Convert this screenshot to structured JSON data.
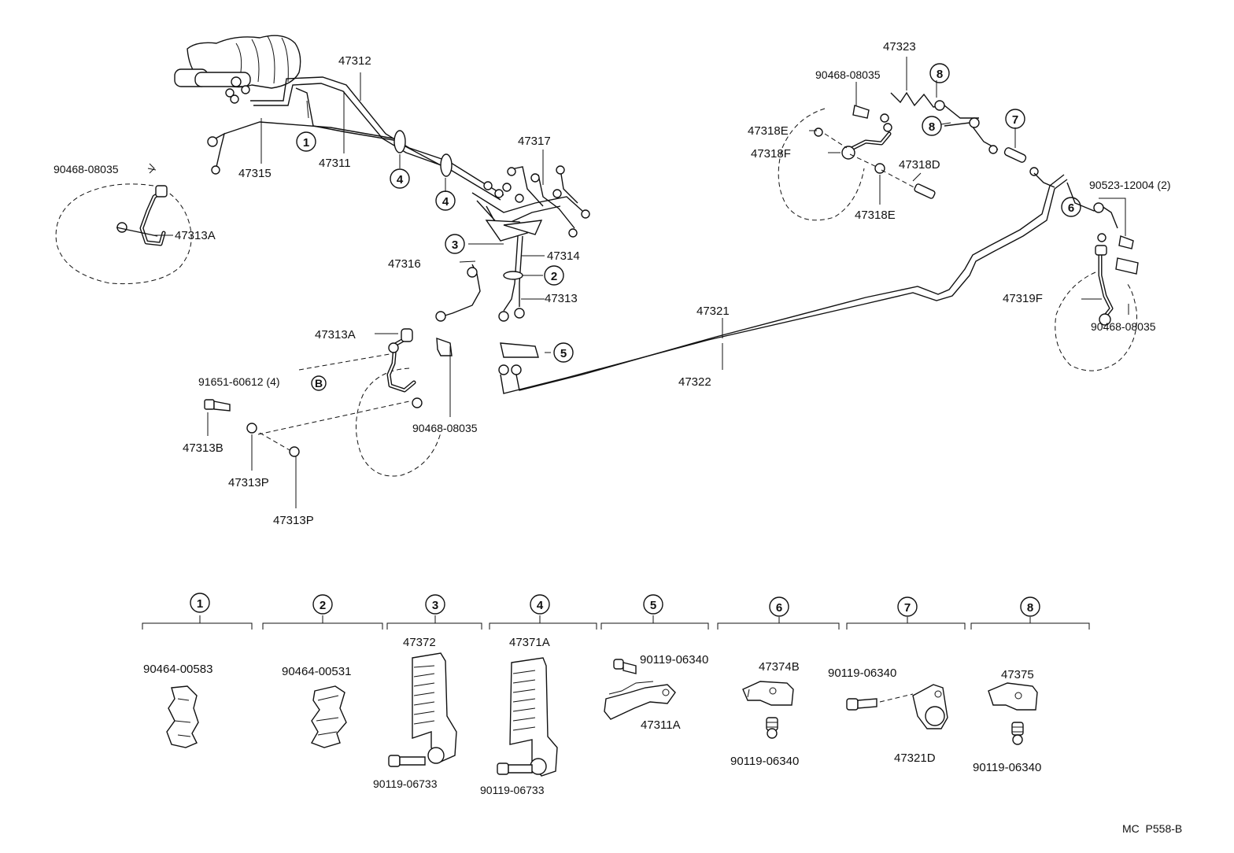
{
  "labels": {
    "l47312": "47312",
    "l47311": "47311",
    "l47315": "47315",
    "l47317": "47317",
    "l47316": "47316",
    "l47314": "47314",
    "l47313": "47313",
    "l47313A_left": "47313A",
    "l47313A_center": "47313A",
    "l90468_left": "90468-08035",
    "l90468_center": "90468-08035",
    "l90468_top_right": "90468-08035",
    "l90468_right": "90468-08035",
    "l91651": "91651-60612 (4)",
    "l47313B": "47313B",
    "l47313P_a": "47313P",
    "l47313P_b": "47313P",
    "l47321": "47321",
    "l47322": "47322",
    "l47323": "47323",
    "l47318E_a": "47318E",
    "l47318F": "47318F",
    "l47318D": "47318D",
    "l47318E_b": "47318E",
    "l90523": "90523-12004 (2)",
    "l47319F": "47319F",
    "footer_code": "MC  P558-B"
  },
  "callouts": {
    "c1": "1",
    "c2": "2",
    "c3": "3",
    "c4a": "4",
    "c4b": "4",
    "c5": "5",
    "c6": "6",
    "c7": "7",
    "c8a": "8",
    "c8b": "8",
    "cB": "B"
  },
  "legend": [
    {
      "num": "1",
      "parts": [
        "90464-00583"
      ]
    },
    {
      "num": "2",
      "parts": [
        "90464-00531"
      ]
    },
    {
      "num": "3",
      "parts": [
        "47372",
        "90119-06733"
      ]
    },
    {
      "num": "4",
      "parts": [
        "47371A",
        "90119-06733"
      ]
    },
    {
      "num": "5",
      "parts": [
        "90119-06340",
        "47311A"
      ]
    },
    {
      "num": "6",
      "parts": [
        "47374B",
        "90119-06340"
      ]
    },
    {
      "num": "7",
      "parts": [
        "90119-06340",
        "47321D"
      ]
    },
    {
      "num": "8",
      "parts": [
        "47375",
        "90119-06340"
      ]
    }
  ]
}
